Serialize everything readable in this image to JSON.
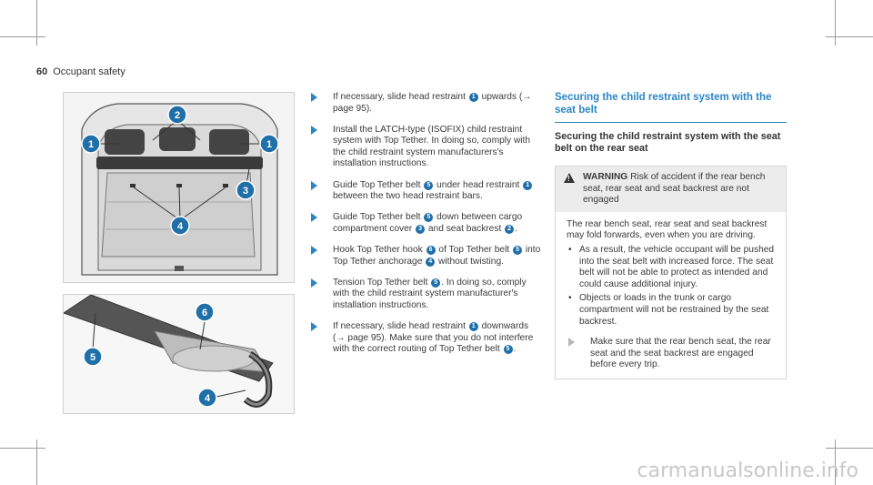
{
  "header": {
    "page_number": "60",
    "section": "Occupant safety"
  },
  "figures": {
    "top_callouts": [
      "1",
      "2",
      "1",
      "3",
      "4"
    ],
    "bottom_callouts": [
      "6",
      "5",
      "4"
    ]
  },
  "steps": [
    {
      "parts": [
        "If necessary, slide head restraint ",
        {
          "n": "1"
        },
        " upwards (→ page 95)."
      ]
    },
    {
      "parts": [
        "Install the LATCH-type (ISOFIX) child restraint system with Top Tether. In doing so, comply with the child restraint system manufactur­ers's installation instructions."
      ]
    },
    {
      "parts": [
        "Guide Top Tether belt ",
        {
          "n": "5"
        },
        " under head restraint ",
        {
          "n": "1"
        },
        " between the two head restraint bars."
      ]
    },
    {
      "parts": [
        "Guide Top Tether belt ",
        {
          "n": "5"
        },
        " down between cargo compartment cover ",
        {
          "n": "3"
        },
        " and seat back­rest ",
        {
          "n": "2"
        },
        "."
      ]
    },
    {
      "parts": [
        "Hook Top Tether hook ",
        {
          "n": "6"
        },
        " of Top Tether belt ",
        {
          "n": "5"
        },
        " into Top Tether anchorage ",
        {
          "n": "4"
        },
        " without twisting."
      ]
    },
    {
      "parts": [
        "Tension Top Tether belt ",
        {
          "n": "5"
        },
        ". In doing so, com­ply with the child restraint system manufac­turer's installation instructions."
      ]
    },
    {
      "parts": [
        "If necessary, slide head restraint ",
        {
          "n": "1"
        },
        " down­wards (→ page 95). Make sure that you do not interfere with the correct routing of Top Tether belt ",
        {
          "n": "5"
        },
        "."
      ]
    }
  ],
  "right": {
    "heading": "Securing the child restraint system with the seat belt",
    "subheading": "Securing the child restraint system with the seat belt on the rear seat",
    "warning_label": "WARNING",
    "warning_title": "Risk of accident if the rear bench seat, rear seat and seat backrest are not engaged",
    "warning_text": "The rear bench seat, rear seat and seat back­rest may fold forwards, even when you are driving.",
    "bullets": [
      "As a result, the vehicle occupant will be pushed into the seat belt with increased force. The seat belt will not be able to protect as intended and could cause additional injury.",
      "Objects or loads in the trunk or cargo compartment will not be restrained by the seat backrest."
    ],
    "action": "Make sure that the rear bench seat, the rear seat and the seat backrest are engaged before every trip."
  },
  "watermark": "carmanualsonline.info",
  "colors": {
    "accent": "#2a86c6",
    "callout": "#1f6fa8"
  }
}
